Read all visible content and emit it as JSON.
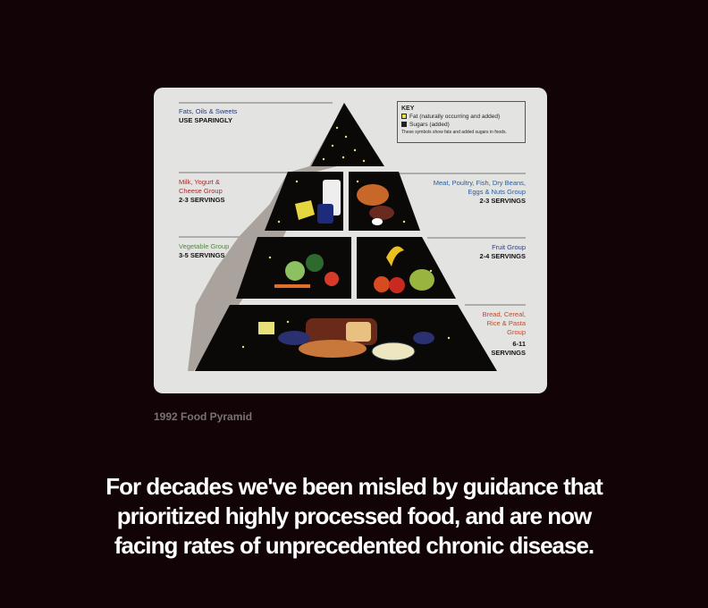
{
  "figure": {
    "key": {
      "title": "KEY",
      "fat": "Fat (naturally occurring and added)",
      "sugars": "Sugars (added)",
      "note": "These symbols show fats and added sugars in foods."
    },
    "groups": {
      "fats": {
        "name": "Fats, Oils & Sweets",
        "servings": "USE SPARINGLY",
        "color": "#2b3a7a"
      },
      "milk": {
        "name_line1": "Milk, Yogurt &",
        "name_line2": "Cheese Group",
        "servings": "2-3 SERVINGS",
        "color": "#b0262a"
      },
      "meat": {
        "name_line1": "Meat, Poultry, Fish, Dry Beans,",
        "name_line2": "Eggs & Nuts Group",
        "servings": "2-3 SERVINGS",
        "color": "#2a5a9a"
      },
      "vegetable": {
        "name": "Vegetable Group",
        "servings": "3-5 SERVINGS",
        "color": "#4f8a3a"
      },
      "fruit": {
        "name": "Fruit Group",
        "servings": "2-4 SERVINGS",
        "color": "#2b3a7a"
      },
      "bread": {
        "name_line1": "Bread, Cereal,",
        "name_line2": "Rice & Pasta",
        "name_line3": "Group",
        "servings_line1": "6-11",
        "servings_line2": "SERVINGS",
        "color": "#c0482a"
      }
    }
  },
  "caption": "1992 Food Pyramid",
  "headline": {
    "line1": "For decades we've been misled by guidance that",
    "line2": "prioritized highly processed food, and are now",
    "line3": "facing rates of unprecedented chronic disease."
  }
}
